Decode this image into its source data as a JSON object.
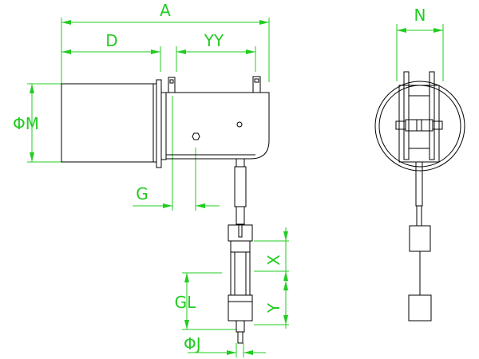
{
  "labels": {
    "A": "A",
    "D": "D",
    "YY": "YY",
    "N": "N",
    "M": "ΦM",
    "G": "G",
    "GL": "GL",
    "J": "ΦJ",
    "X": "X",
    "Y": "Y"
  },
  "colors": {
    "dimension": "#22cc22",
    "outline": "#000000",
    "background": "#ffffff"
  }
}
